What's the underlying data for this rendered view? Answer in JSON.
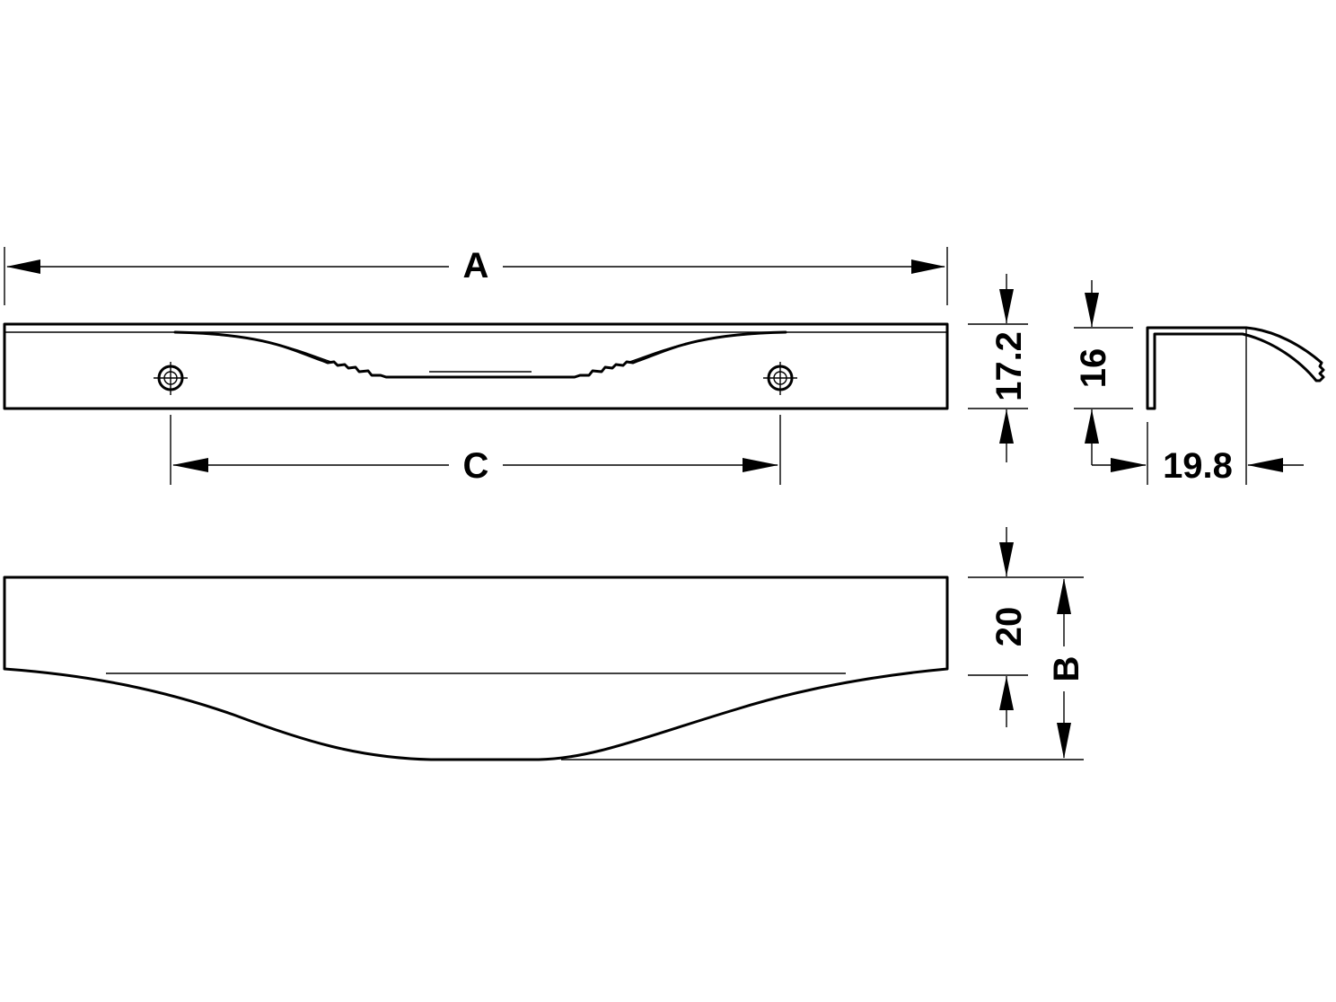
{
  "dimensions": {
    "overall_length": "A",
    "hole_spacing": "C",
    "front_height": "17.2",
    "profile_height": "16",
    "profile_depth": "19.8",
    "top_view_height": "20",
    "total_depth": "B"
  }
}
